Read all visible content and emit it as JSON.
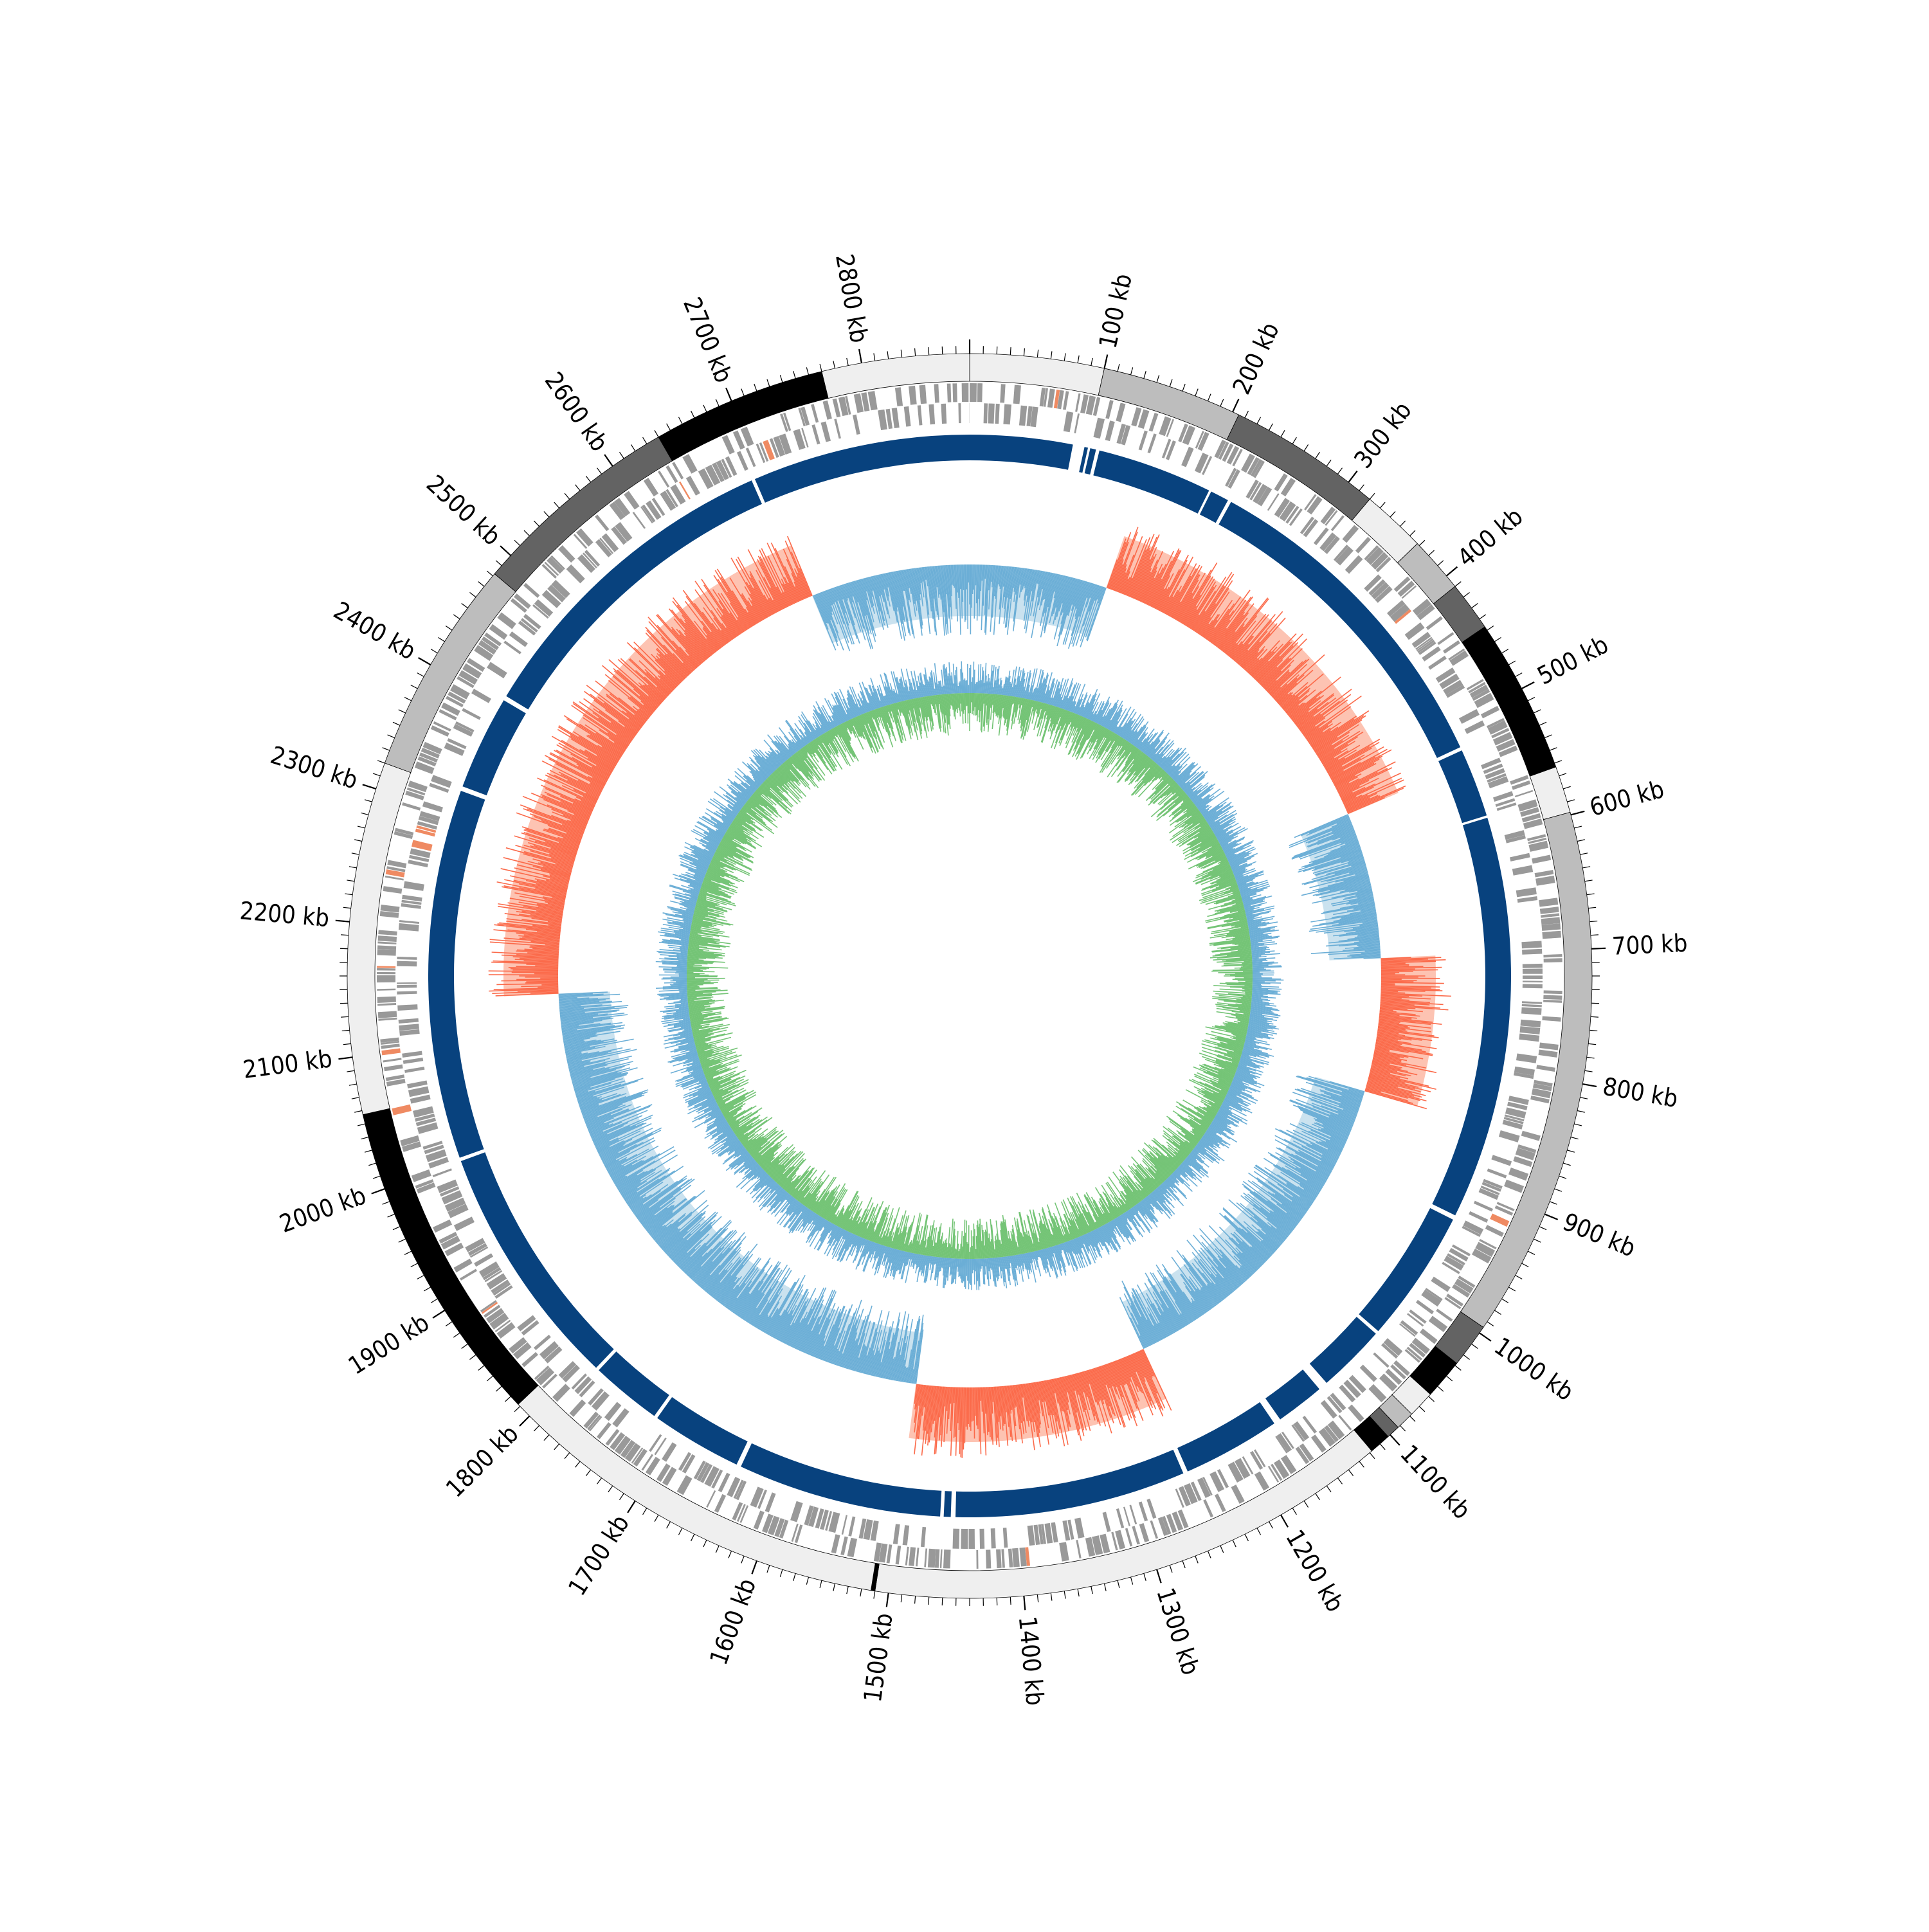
{
  "genome": {
    "total_kb": 2880,
    "tick_labels": [
      "100 kb",
      "200 kb",
      "300 kb",
      "400 kb",
      "500 kb",
      "600 kb",
      "700 kb",
      "800 kb",
      "900 kb",
      "1000 kb",
      "1100 kb",
      "1200 kb",
      "1300 kb",
      "1400 kb",
      "1500 kb",
      "1600 kb",
      "1700 kb",
      "1800 kb",
      "1900 kb",
      "2000 kb",
      "2100 kb",
      "2200 kb",
      "2300 kb",
      "2400 kb",
      "2500 kb",
      "2600 kb",
      "2700 kb",
      "2800 kb"
    ],
    "tick_values_kb": [
      100,
      200,
      300,
      400,
      500,
      600,
      700,
      800,
      900,
      1000,
      1100,
      1200,
      1300,
      1400,
      1500,
      1600,
      1700,
      1800,
      1900,
      2000,
      2100,
      2200,
      2300,
      2400,
      2500,
      2600,
      2700,
      2800
    ],
    "minor_tick_step_kb": 10
  },
  "contigs": [
    {
      "start": 0,
      "end": 100,
      "color": "#efefef"
    },
    {
      "start": 100,
      "end": 205,
      "color": "#bdbdbd"
    },
    {
      "start": 205,
      "end": 320,
      "color": "#636363"
    },
    {
      "start": 320,
      "end": 368,
      "color": "#efefef"
    },
    {
      "start": 368,
      "end": 410,
      "color": "#bdbdbd"
    },
    {
      "start": 410,
      "end": 447,
      "color": "#636363"
    },
    {
      "start": 447,
      "end": 563,
      "color": "#000000"
    },
    {
      "start": 563,
      "end": 598,
      "color": "#efefef"
    },
    {
      "start": 598,
      "end": 995,
      "color": "#bdbdbd"
    },
    {
      "start": 995,
      "end": 1028,
      "color": "#636363"
    },
    {
      "start": 1028,
      "end": 1058,
      "color": "#000000"
    },
    {
      "start": 1058,
      "end": 1078,
      "color": "#efefef"
    },
    {
      "start": 1078,
      "end": 1092,
      "color": "#bdbdbd"
    },
    {
      "start": 1092,
      "end": 1102,
      "color": "#636363"
    },
    {
      "start": 1102,
      "end": 1118,
      "color": "#000000"
    },
    {
      "start": 1118,
      "end": 1510,
      "color": "#efefef"
    },
    {
      "start": 1510,
      "end": 1513,
      "color": "#000000"
    },
    {
      "start": 1513,
      "end": 1812,
      "color": "#efefef"
    },
    {
      "start": 1812,
      "end": 2057,
      "color": "#000000"
    },
    {
      "start": 2057,
      "end": 2320,
      "color": "#efefef"
    },
    {
      "start": 2320,
      "end": 2482,
      "color": "#bdbdbd"
    },
    {
      "start": 2482,
      "end": 2640,
      "color": "#636363"
    },
    {
      "start": 2640,
      "end": 2770,
      "color": "#000000"
    },
    {
      "start": 2770,
      "end": 2880,
      "color": "#efefef"
    }
  ],
  "alignment_blocks": [
    {
      "start": 0,
      "end": 88,
      "color": "#08427e"
    },
    {
      "start": 98,
      "end": 101,
      "color": "#08427e"
    },
    {
      "start": 103,
      "end": 108,
      "color": "#08427e"
    },
    {
      "start": 111,
      "end": 210,
      "color": "#08427e"
    },
    {
      "start": 212,
      "end": 228,
      "color": "#08427e"
    },
    {
      "start": 231,
      "end": 520,
      "color": "#08427e"
    },
    {
      "start": 523,
      "end": 582,
      "color": "#08427e"
    },
    {
      "start": 584,
      "end": 930,
      "color": "#08427e"
    },
    {
      "start": 934,
      "end": 1048,
      "color": "#08427e"
    },
    {
      "start": 1051,
      "end": 1110,
      "color": "#08427e"
    },
    {
      "start": 1118,
      "end": 1160,
      "color": "#08427e"
    },
    {
      "start": 1166,
      "end": 1250,
      "color": "#08427e"
    },
    {
      "start": 1254,
      "end": 1452,
      "color": "#08427e"
    },
    {
      "start": 1456,
      "end": 1462,
      "color": "#08427e"
    },
    {
      "start": 1465,
      "end": 1640,
      "color": "#08427e"
    },
    {
      "start": 1644,
      "end": 1722,
      "color": "#08427e"
    },
    {
      "start": 1725,
      "end": 1786,
      "color": "#08427e"
    },
    {
      "start": 1789,
      "end": 2000,
      "color": "#08427e"
    },
    {
      "start": 2003,
      "end": 2320,
      "color": "#08427e"
    },
    {
      "start": 2324,
      "end": 2405,
      "color": "#08427e"
    },
    {
      "start": 2409,
      "end": 2690,
      "color": "#08427e"
    },
    {
      "start": 2693,
      "end": 2880,
      "color": "#08427e"
    }
  ],
  "gc_skew_segments": [
    {
      "start": 0,
      "end": 155,
      "color": "#9ecae1"
    },
    {
      "start": 155,
      "end": 535,
      "color": "#fc9272"
    },
    {
      "start": 535,
      "end": 700,
      "color": "#9ecae1"
    },
    {
      "start": 700,
      "end": 850,
      "color": "#fc9272"
    },
    {
      "start": 850,
      "end": 1240,
      "color": "#9ecae1"
    },
    {
      "start": 1240,
      "end": 1500,
      "color": "#fc9272"
    },
    {
      "start": 1500,
      "end": 2140,
      "color": "#9ecae1"
    },
    {
      "start": 2140,
      "end": 2700,
      "color": "#fc9272"
    },
    {
      "start": 2700,
      "end": 2880,
      "color": "#9ecae1"
    }
  ],
  "colors": {
    "outer_ring_stroke": "#000000",
    "gene_gray": "#999999",
    "gene_red": "#ef8a62",
    "gc_content_line": "#6baed6",
    "gc_content_inner": "#74c476",
    "skew_positive": "#fc9272",
    "skew_negative": "#9ecae1"
  }
}
